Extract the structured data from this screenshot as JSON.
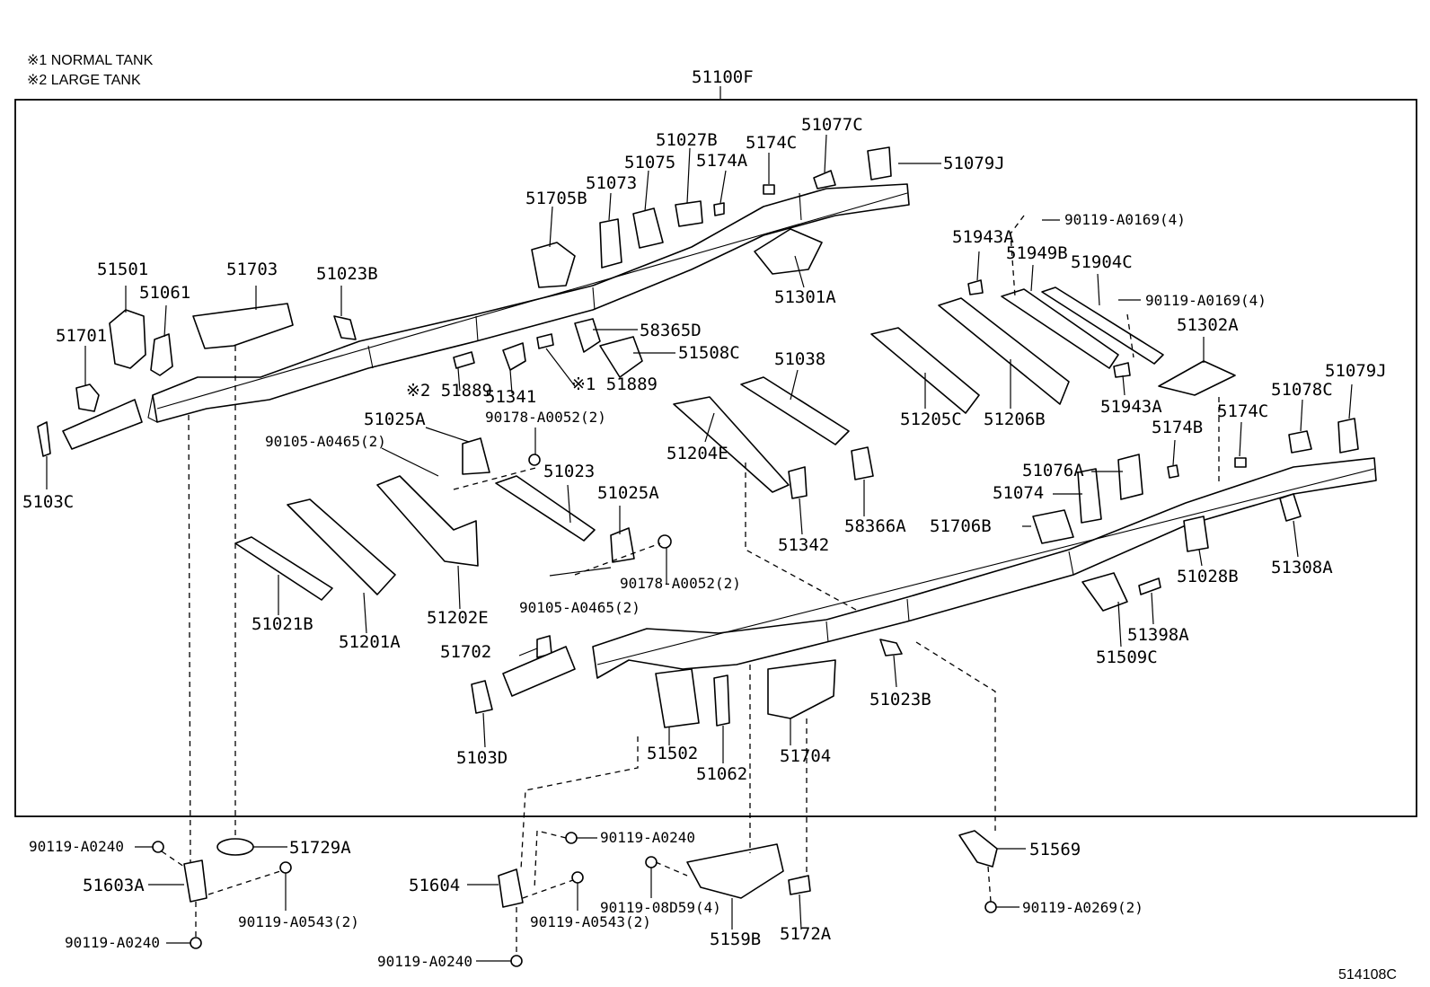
{
  "notes": [
    "※1 NORMAL TANK",
    "※2 LARGE TANK"
  ],
  "assembly_label": "51100F",
  "diagram_id": "514108C",
  "labels": {
    "l51501": "51501",
    "l51703": "51703",
    "l51023B_top": "51023B",
    "l51061": "51061",
    "l51701": "51701",
    "l5103C": "5103C",
    "l51705B": "51705B",
    "l51073": "51073",
    "l51075": "51075",
    "l51027B": "51027B",
    "l5174A": "5174A",
    "l5174C_top": "5174C",
    "l51077C": "51077C",
    "l51079J_top": "51079J",
    "l51301A": "51301A",
    "l58365D": "58365D",
    "l51508C": "51508C",
    "l51889_2": "※2 51889",
    "l51341": "51341",
    "l51889_1": "※1 51889",
    "l90178_top": "90178-A0052(2)",
    "l51025A_top": "51025A",
    "l90105_top": "90105-A0465(2)",
    "l51023": "51023",
    "l51025A_mid": "51025A",
    "l90105_bot": "90105-A0465(2)",
    "l90178_bot": "90178-A0052(2)",
    "l51021B": "51021B",
    "l51201A": "51201A",
    "l51202E": "51202E",
    "l51038": "51038",
    "l51204E": "51204E",
    "l51342": "51342",
    "l58366A": "58366A",
    "l51205C": "51205C",
    "l51206B": "51206B",
    "l51943A_top": "51943A",
    "l51949B": "51949B",
    "l51904C": "51904C",
    "l90119_0169a": "90119-A0169(4)",
    "l90119_0169b": "90119-A0169(4)",
    "l51943A_bot": "51943A",
    "l51302A": "51302A",
    "l51079J_right": "51079J",
    "l51078C": "51078C",
    "l5174B": "5174B",
    "l5174C_right": "5174C",
    "l51076A": "51076A",
    "l51074": "51074",
    "l51706B": "51706B",
    "l51028B": "51028B",
    "l51308A": "51308A",
    "l51398A": "51398A",
    "l51509C": "51509C",
    "l51702": "51702",
    "l5103D": "5103D",
    "l51502": "51502",
    "l51062": "51062",
    "l51704": "51704",
    "l51023B_bot": "51023B",
    "l90119_0240_a": "90119-A0240",
    "l51729A": "51729A",
    "l51603A": "51603A",
    "l90119_0543_a": "90119-A0543(2)",
    "l90119_0240_b": "90119-A0240",
    "l90119_0240_c": "90119-A0240",
    "l51604": "51604",
    "l90119_0543_b": "90119-A0543(2)",
    "l90119_0240_d": "90119-A0240",
    "l90119_08D59": "90119-08D59(4)",
    "l5159B": "5159B",
    "l5172A": "5172A",
    "l51569": "51569",
    "l90119_0269": "90119-A0269(2)"
  }
}
